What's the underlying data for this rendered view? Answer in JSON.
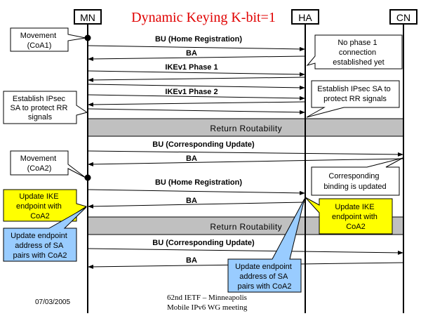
{
  "title": "Dynamic Keying K-bit=1",
  "colors": {
    "title": "#e00000",
    "bar": "#c0c0c0",
    "callout_yellow": "#ffff00",
    "callout_blue": "#99ccff",
    "line": "#000000"
  },
  "entities": [
    {
      "id": "mn",
      "label": "MN"
    },
    {
      "id": "ha",
      "label": "HA"
    },
    {
      "id": "cn",
      "label": "CN"
    }
  ],
  "messages": [
    {
      "label": "BU (Home Registration)",
      "from": "MN",
      "to": "HA"
    },
    {
      "label": "BA",
      "from": "HA",
      "to": "MN"
    },
    {
      "label": "IKEv1 Phase 1",
      "from": "MN",
      "to": "HA"
    },
    {
      "label": "",
      "from": "HA",
      "to": "MN"
    },
    {
      "label": "",
      "from": "MN",
      "to": "HA"
    },
    {
      "label": "IKEv1 Phase 2",
      "from": "MN",
      "to": "HA"
    },
    {
      "label": "",
      "from": "HA",
      "to": "MN"
    },
    {
      "label": "",
      "from": "MN",
      "to": "HA"
    },
    {
      "label": "BU (Corresponding Update)",
      "from": "MN",
      "to": "CN"
    },
    {
      "label": "BA",
      "from": "CN",
      "to": "MN"
    },
    {
      "label": "BU (Home Registration)",
      "from": "MN",
      "to": "HA"
    },
    {
      "label": "BA",
      "from": "HA",
      "to": "MN"
    },
    {
      "label": "BU (Corresponding Update)",
      "from": "MN",
      "to": "CN"
    },
    {
      "label": "BA",
      "from": "CN",
      "to": "MN"
    }
  ],
  "bars": [
    {
      "label": "Return Routability"
    },
    {
      "label": "Return Routability"
    }
  ],
  "events": [
    {
      "label": "Movement (CoA1)",
      "entity": "MN"
    },
    {
      "label": "Movement (CoA2)",
      "entity": "MN"
    }
  ],
  "callouts": {
    "movement_coa1": [
      "Movement",
      "(CoA1)"
    ],
    "no_phase1": [
      "No phase 1",
      "connection",
      "established yet"
    ],
    "establish_left": [
      "Establish IPsec",
      "SA to protect RR",
      "signals"
    ],
    "establish_right": [
      "Establish IPsec SA to",
      "protect RR signals"
    ],
    "movement_coa2": [
      "Movement",
      "(CoA2)"
    ],
    "binding_updated": [
      "Corresponding",
      "binding is updated"
    ],
    "update_ike_left": [
      "Update IKE",
      "endpoint with",
      "CoA2"
    ],
    "update_sa_left": [
      "Update endpoint",
      "address of SA",
      "pairs with CoA2"
    ],
    "update_ike_right": [
      "Update IKE",
      "endpoint with",
      "CoA2"
    ],
    "update_sa_right": [
      "Update endpoint",
      "address of SA",
      "pairs with CoA2"
    ]
  },
  "footer": {
    "date": "07/03/2005",
    "line1": "62nd IETF – Minneapolis",
    "line2": "Mobile IPv6 WG meeting"
  }
}
